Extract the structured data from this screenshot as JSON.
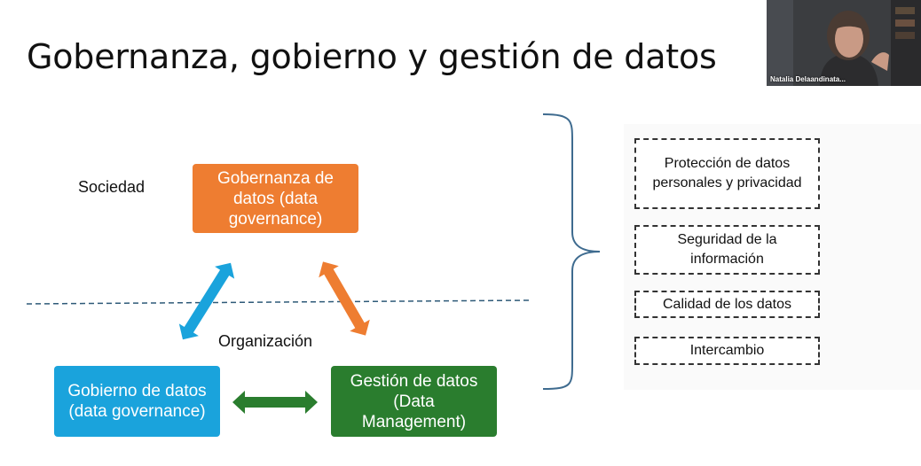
{
  "slide": {
    "title": "Gobernanza, gobierno y gestión de datos",
    "labels": {
      "society": "Sociedad",
      "organization": "Organización"
    },
    "boxes": {
      "governance": "Gobernanza de datos (data governance)",
      "government": "Gobierno de datos (data governance)",
      "management": "Gestión de datos (Data Management)"
    },
    "aspects": [
      "Protección de datos personales y privacidad",
      "Seguridad de la información",
      "Calidad de los datos",
      "Intercambio"
    ],
    "colors": {
      "governance": "#EE7D31",
      "government": "#1AA3DC",
      "management": "#2A7D2E",
      "divider": "#2E5A78",
      "brace": "#3E6B8F"
    }
  },
  "webcam": {
    "participant_name": "Natalia Delaandinata..."
  }
}
